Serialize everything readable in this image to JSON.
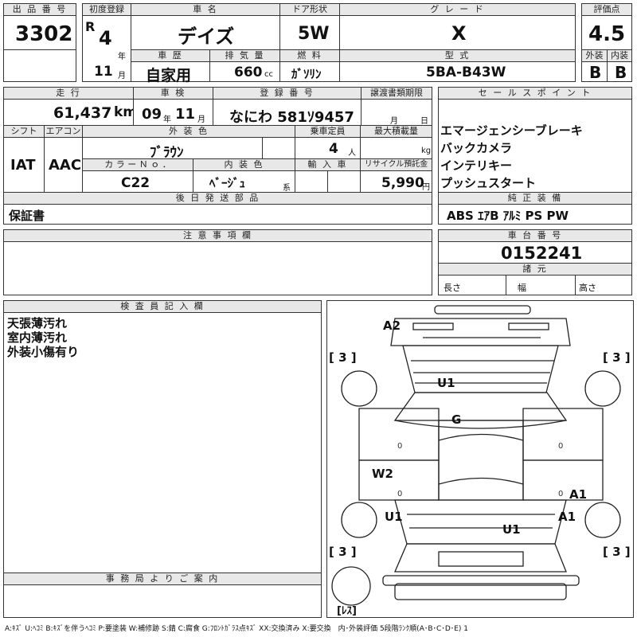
{
  "lot": {
    "label": "出 品 番 号",
    "value": "3302"
  },
  "first_reg": {
    "label": "初度登録",
    "era": "R",
    "year": "4",
    "year_unit": "年",
    "month": "11",
    "month_unit": "月"
  },
  "car_name": {
    "label": "車 名",
    "value": "デイズ"
  },
  "door": {
    "label": "ドア形状",
    "value": "5W"
  },
  "grade": {
    "label": "グ レ ー ド",
    "value": "X"
  },
  "score": {
    "label": "評価点",
    "value": "4.5",
    "ext_label": "外装",
    "int_label": "内装",
    "ext": "B",
    "int": "B"
  },
  "history": {
    "label": "車 歴",
    "value": "自家用"
  },
  "displacement": {
    "label": "排 気 量",
    "value": "660",
    "unit": "cc"
  },
  "fuel": {
    "label": "燃 料",
    "value": "ｶﾞｿﾘﾝ"
  },
  "model": {
    "label": "型 式",
    "value": "5BA-B43W"
  },
  "mileage": {
    "label": "走 行",
    "value": "61,437",
    "unit": "km"
  },
  "inspection": {
    "label": "車 検",
    "year": "09",
    "year_unit": "年",
    "month": "11",
    "month_unit": "月"
  },
  "reg_no": {
    "label": "登 録 番 号",
    "value": "なにわ 581ｿ9457"
  },
  "transfer": {
    "label": "譲渡書類期限",
    "month_unit": "月",
    "day_unit": "日"
  },
  "sales": {
    "label": "セ ー ル ス ポ イ ン ト",
    "points": [
      "エマージェンシーブレーキ",
      "バックカメラ",
      "インテリキー",
      "プッシュスタート"
    ]
  },
  "shift": {
    "label": "シフト",
    "value": "IAT"
  },
  "ac": {
    "label": "エアコン",
    "value": "AAC"
  },
  "ext_color": {
    "label": "外 装 色",
    "value": "ﾌﾞﾗｳﾝ"
  },
  "capacity": {
    "label": "乗車定員",
    "value": "4",
    "unit": "人"
  },
  "max_load": {
    "label": "最大積載量",
    "unit": "kg"
  },
  "color_no": {
    "label": "カ ラ ー Ｎ ｏ ．",
    "value": "C22"
  },
  "int_color": {
    "label": "内 装 色",
    "value": "ﾍﾞｰｼﾞｭ",
    "unit": "系"
  },
  "import": {
    "label": "輸 入 車"
  },
  "recycle": {
    "label": "リサイクル預託金",
    "value": "5,990",
    "unit": "円"
  },
  "later": {
    "label": "後 日 発 送 部 品",
    "value": "保証書"
  },
  "equipment": {
    "label": "純 正 装 備",
    "value": "ABS ｴｱB ｱﾙﾐ PS PW"
  },
  "notes": {
    "label": "注 意 事 項 欄"
  },
  "chassis": {
    "label": "車 台 番 号",
    "value": "0152241"
  },
  "specs": {
    "label": "諸 元",
    "length": "長さ",
    "width": "幅",
    "height": "高さ"
  },
  "inspector": {
    "label": "検 査 員 記 入 欄",
    "lines": [
      "天張薄汚れ",
      "室内薄汚れ",
      "外装小傷有り"
    ]
  },
  "office": {
    "label": "事 務 局 よ り ご 案 内"
  },
  "diagram": {
    "marks": {
      "a2": "A2",
      "u1_roof": "U1",
      "g": "G",
      "w2": "W2",
      "u1_left": "U1",
      "u1_rear": "U1",
      "a1_right_upper": "A1",
      "a1_right_lower": "A1"
    },
    "tires": {
      "fl": "[ 3 ]",
      "fr": "[ 3 ]",
      "rl": "[ 3 ]",
      "rr": "[ 3 ]"
    },
    "spare": "[ﾚｽ]"
  },
  "legend": "A:ｷｽﾞ U:ﾍｺﾐ B:ｷｽﾞを伴うﾍｺﾐ P:要塗装 W:補修跡 S:錆 C:腐食 G:ﾌﾛﾝﾄｶﾞﾗｽ点ｷｽﾞ XX:交換済み X:要交換　内･外装評価 5段階ﾗﾝｸ順(A･B･C･D･E) 1"
}
